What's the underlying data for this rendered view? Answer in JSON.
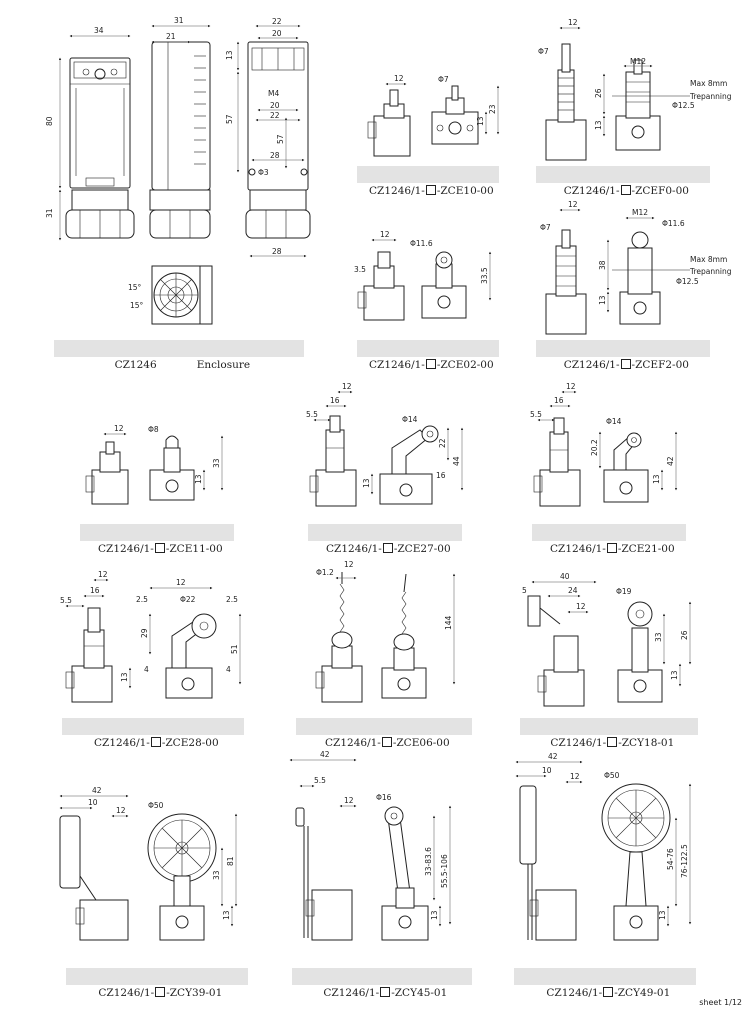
{
  "captions": {
    "enclosure": [
      "CZ1246",
      "Enclosure"
    ],
    "zce10": {
      "prefix": "CZ1246/1-",
      "suffix": "-ZCE10-00"
    },
    "zcef0": {
      "prefix": "CZ1246/1-",
      "suffix": "-ZCEF0-00"
    },
    "zce02": {
      "prefix": "CZ1246/1-",
      "suffix": "-ZCE02-00"
    },
    "zcef2": {
      "prefix": "CZ1246/1-",
      "suffix": "-ZCEF2-00"
    },
    "zce11": {
      "prefix": "CZ1246/1-",
      "suffix": "-ZCE11-00"
    },
    "zce27": {
      "prefix": "CZ1246/1-",
      "suffix": "-ZCE27-00"
    },
    "zce21": {
      "prefix": "CZ1246/1-",
      "suffix": "-ZCE21-00"
    },
    "zce28": {
      "prefix": "CZ1246/1-",
      "suffix": "-ZCE28-00"
    },
    "zce06": {
      "prefix": "CZ1246/1-",
      "suffix": "-ZCE06-00"
    },
    "zcy18": {
      "prefix": "CZ1246/1-",
      "suffix": "-ZCY18-01"
    },
    "zcy39": {
      "prefix": "CZ1246/1-",
      "suffix": "-ZCY39-01"
    },
    "zcy45": {
      "prefix": "CZ1246/1-",
      "suffix": "-ZCY45-01"
    },
    "zcy49": {
      "prefix": "CZ1246/1-",
      "suffix": "-ZCY49-01"
    }
  },
  "dims": {
    "enclosure": {
      "w34": "34",
      "w31": "31",
      "w21": "21",
      "w22": "22",
      "w20": "20",
      "h13": "13",
      "h80": "80",
      "h31": "31",
      "h57": "57",
      "m4": "M4",
      "i20": "20",
      "i22": "22",
      "i57": "57",
      "i28": "28",
      "phi3": "Φ3",
      "b28": "28",
      "ang15a": "15°",
      "ang15b": "15°"
    },
    "zce10": {
      "w12": "12",
      "phi7": "Φ7",
      "h13": "13",
      "h23": "23"
    },
    "zcef0": {
      "w12": "12",
      "phi7": "Φ7",
      "m12": "M12",
      "h26": "26",
      "h13": "13",
      "max": "Max 8mm",
      "trep": "Trepanning",
      "phi125": "Φ12.5"
    },
    "zce02": {
      "w12": "12",
      "phi116": "Φ11.6",
      "w35": "3.5",
      "h335": "33.5"
    },
    "zcef2": {
      "w12": "12",
      "phi7": "Φ7",
      "m12": "M12",
      "phi116": "Φ11.6",
      "h38": "38",
      "h13": "13",
      "max": "Max 8mm",
      "trep": "Trepanning",
      "phi125": "Φ12.5"
    },
    "zce11": {
      "w12": "12",
      "phi8": "Φ8",
      "h13": "13",
      "h33": "33"
    },
    "zce27": {
      "w12": "12",
      "w55": "5.5",
      "w16": "16",
      "phi14": "Φ14",
      "h22": "22",
      "h44": "44",
      "h16": "16",
      "h13": "13"
    },
    "zce21": {
      "w12": "12",
      "w55": "5.5",
      "w16": "16",
      "phi14": "Φ14",
      "h202": "20.2",
      "h42": "42",
      "h13": "13"
    },
    "zce28": {
      "w12": "12",
      "w55": "5.5",
      "w16": "16",
      "w12b": "12",
      "w25a": "2.5",
      "phi22": "Φ22",
      "w25b": "2.5",
      "h29": "29",
      "h51": "51",
      "h13": "13",
      "w4a": "4",
      "w4b": "4"
    },
    "zce06": {
      "phi12": "Φ1.2",
      "w12": "12",
      "h144": "144"
    },
    "zcy18": {
      "w40": "40",
      "w5": "5",
      "w24": "24",
      "w12": "12",
      "phi19": "Φ19",
      "h33": "33",
      "h26": "26",
      "h13": "13"
    },
    "zcy39": {
      "w42": "42",
      "w10": "10",
      "w12": "12",
      "phi50": "Φ50",
      "h33": "33",
      "h81": "81",
      "h13": "13"
    },
    "zcy45": {
      "w42": "42",
      "w55": "5.5",
      "w12": "12",
      "phi16": "Φ16",
      "h33": "33-83.6",
      "h55": "55.5-106",
      "h13": "13"
    },
    "zcy49": {
      "w42": "42",
      "w10": "10",
      "w12": "12",
      "phi50": "Φ50",
      "h54": "54-76",
      "h76": "76-122.5",
      "h13": "13"
    }
  },
  "footer": "sheet 1/12"
}
